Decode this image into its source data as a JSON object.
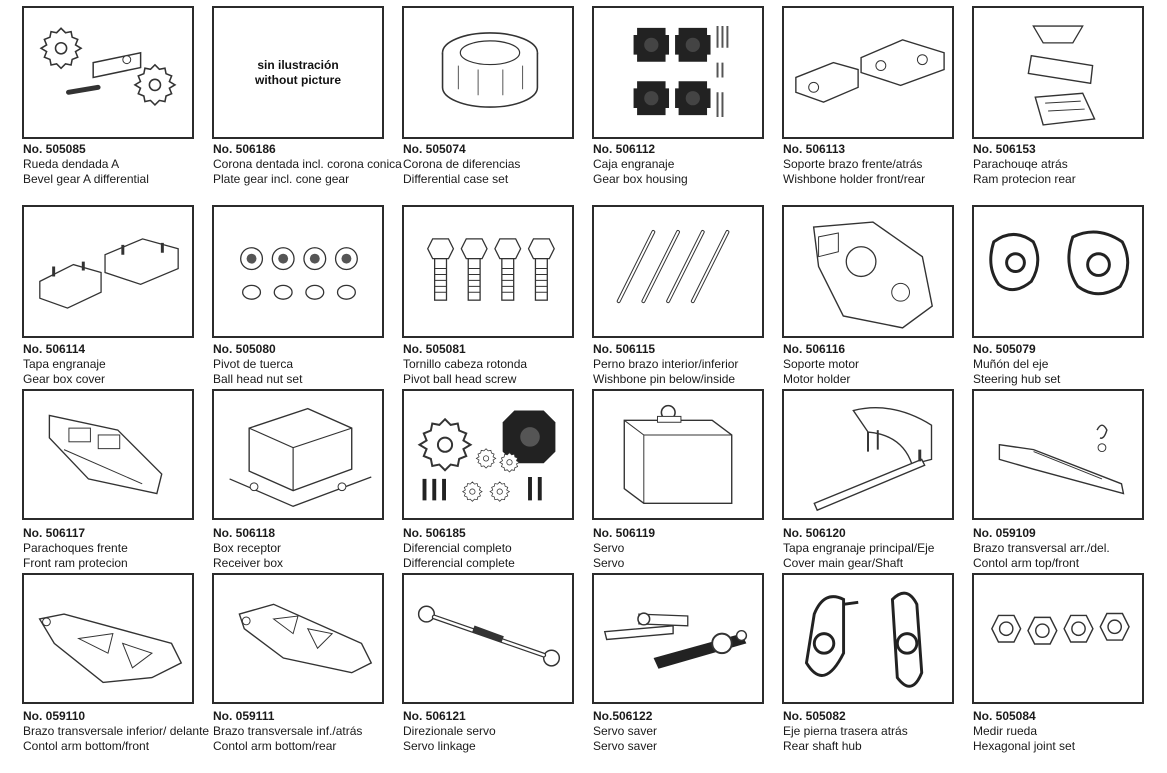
{
  "parts": [
    {
      "no": "No. 505085",
      "es": "Rueda dendada A",
      "en": "Bevel gear A differential",
      "icon": "bevel-gear-icon"
    },
    {
      "no": "No. 506186",
      "es": "Corona dentada incl. corona conica",
      "en": "Plate gear incl. cone gear",
      "icon": "none",
      "note_es": "sin ilustración",
      "note_en": "without picture"
    },
    {
      "no": "No. 505074",
      "es": "Corona de diferencias",
      "en": "Differential case set",
      "icon": "diff-case-icon"
    },
    {
      "no": "No. 506112",
      "es": "Caja engranaje",
      "en": "Gear box housing",
      "icon": "gearbox-housing-icon"
    },
    {
      "no": "No. 506113",
      "es": "Soporte brazo frente/atrás",
      "en": "Wishbone holder front/rear",
      "icon": "wishbone-holder-icon"
    },
    {
      "no": "No. 506153",
      "es": "Parachouqe atrás",
      "en": "Ram protecion rear",
      "icon": "rear-bumper-icon"
    },
    {
      "no": "No. 506114",
      "es": "Tapa engranaje",
      "en": "Gear box cover",
      "icon": "gearbox-cover-icon"
    },
    {
      "no": "No. 505080",
      "es": "Pivot de tuerca",
      "en": "Ball head nut set",
      "icon": "ball-nut-icon"
    },
    {
      "no": "No. 505081",
      "es": "Tornillo cabeza rotonda",
      "en": "Pivot ball head screw",
      "icon": "ball-screw-icon"
    },
    {
      "no": "No. 506115",
      "es": "Perno brazo interior/inferior",
      "en": "Wishbone pin below/inside",
      "icon": "pin-icon"
    },
    {
      "no": "No. 506116",
      "es": "Soporte motor",
      "en": "Motor holder",
      "icon": "motor-holder-icon"
    },
    {
      "no": "No. 505079",
      "es": "Muñón del eje",
      "en": "Steering hub set",
      "icon": "steering-hub-icon"
    },
    {
      "no": "No. 506117",
      "es": "Parachoques frente",
      "en": "Front ram protecion",
      "icon": "front-bumper-icon"
    },
    {
      "no": "No. 506118",
      "es": "Box receptor",
      "en": "Receiver box",
      "icon": "receiver-box-icon"
    },
    {
      "no": "No. 506185",
      "es": "Diferencial completo",
      "en": "Differencial complete",
      "icon": "diff-complete-icon"
    },
    {
      "no": "No. 506119",
      "es": "Servo",
      "en": "Servo",
      "icon": "servo-icon"
    },
    {
      "no": "No. 506120",
      "es": "Tapa engranaje principal/Eje",
      "en": "Cover main gear/Shaft",
      "icon": "gear-cover-shaft-icon"
    },
    {
      "no": "No. 059109",
      "es": "Brazo transversal arr./del.",
      "en": "Contol arm top/front",
      "icon": "arm-top-icon"
    },
    {
      "no": "No. 059110",
      "es": "Brazo transversale inferior/ delante",
      "en": "Contol arm bottom/front",
      "icon": "arm-bottom-front-icon"
    },
    {
      "no": "No. 059111",
      "es": "Brazo transversale inf./atrás",
      "en": "Contol arm bottom/rear",
      "icon": "arm-bottom-rear-icon"
    },
    {
      "no": "No. 506121",
      "es": "Direzionale servo",
      "en": "Servo linkage",
      "icon": "servo-linkage-icon"
    },
    {
      "no": "No.506122",
      "es": "Servo saver",
      "en": "Servo saver",
      "icon": "servo-saver-icon"
    },
    {
      "no": "No. 505082",
      "es": "Eje pierna trasera atrás",
      "en": "Rear shaft hub",
      "icon": "rear-hub-icon"
    },
    {
      "no": "No. 505084",
      "es": "Medir rueda",
      "en": "Hexagonal joint set",
      "icon": "hex-joint-icon"
    }
  ]
}
